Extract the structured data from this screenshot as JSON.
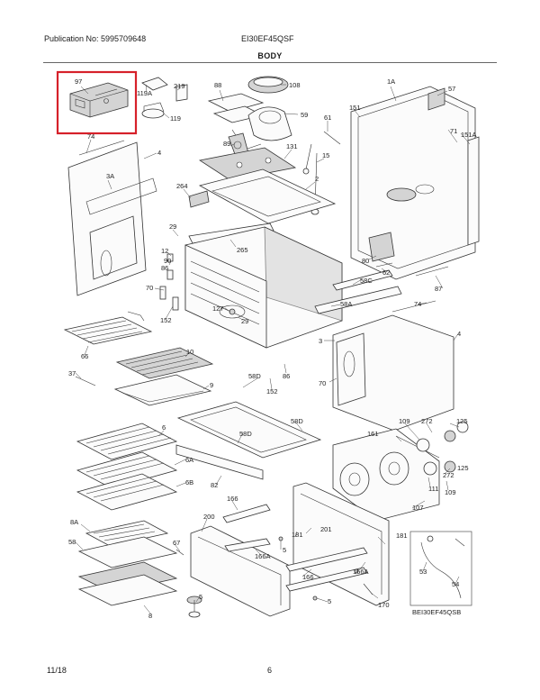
{
  "header": {
    "publication": "Publication No: 5995709648",
    "model": "EI30EF45QSF",
    "title": "BODY"
  },
  "callouts": {
    "c97": "97",
    "c119a": "119A",
    "c219": "219",
    "c119": "119",
    "c88": "88",
    "c108": "108",
    "c59": "59",
    "c1a": "1A",
    "c57": "57",
    "c151": "151",
    "c71": "71",
    "c151a": "151A",
    "c61": "61",
    "c74a": "74",
    "c4a": "4",
    "c89": "89",
    "c131": "131",
    "c15": "15",
    "c3a": "3A",
    "c264": "264",
    "c2": "2",
    "c29a": "29",
    "c265": "265",
    "c12": "12",
    "c90": "90",
    "c86": "86",
    "c80": "80",
    "c62": "62",
    "c70a": "70",
    "c152a": "152",
    "c58c": "58C",
    "c87": "87",
    "c127": "127",
    "c29b": "29",
    "c58a": "58A",
    "c74b": "74",
    "c3b": "3",
    "c66": "66",
    "c10": "10",
    "c4b": "4",
    "c37": "37",
    "c86b": "86",
    "c152b": "152",
    "c58d1": "58D",
    "c9": "9",
    "c70b": "70",
    "c58d2": "58D",
    "c58d3": "58D",
    "c109a": "109",
    "c272a": "272",
    "c125a": "125",
    "c161": "161",
    "c272b": "272",
    "c125b": "125",
    "c6": "6",
    "c6a": "6A",
    "c82": "82",
    "c111": "111",
    "c109b": "109",
    "c6b": "6B",
    "c107": "107",
    "c166a": "166",
    "c8a": "8A",
    "c200": "200",
    "c201": "201",
    "c181a": "181",
    "c58": "58",
    "c67": "67",
    "c5a": "5",
    "c181b": "181",
    "c166b": "166A",
    "c166c": "166",
    "c166d": "166A",
    "c53": "53",
    "c54": "54",
    "c5b": "5",
    "c5c": "5",
    "c170": "170",
    "c8b": "8",
    "cbei": "BEI30EF45QSB"
  },
  "highlight_color": "#d6212a",
  "footer": {
    "date": "11/18",
    "page": "6"
  }
}
